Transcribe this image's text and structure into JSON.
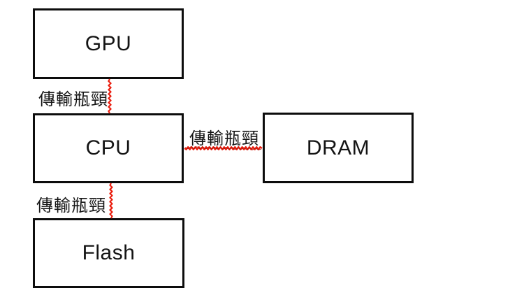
{
  "diagram": {
    "background_color": "#ffffff",
    "box_border_color": "#0d0d0d",
    "bottleneck_line_color": "#ea1c0d",
    "nodes": [
      {
        "id": "gpu",
        "label": "GPU"
      },
      {
        "id": "cpu",
        "label": "CPU"
      },
      {
        "id": "dram",
        "label": "DRAM"
      },
      {
        "id": "flash",
        "label": "Flash"
      }
    ],
    "edges": [
      {
        "from": "gpu",
        "to": "cpu",
        "label": "傳輸瓶頸",
        "style": "red-squiggle"
      },
      {
        "from": "cpu",
        "to": "dram",
        "label": "傳輸瓶頸",
        "style": "red-squiggle"
      },
      {
        "from": "cpu",
        "to": "flash",
        "label": "傳輸瓶頸",
        "style": "red-squiggle"
      }
    ]
  }
}
